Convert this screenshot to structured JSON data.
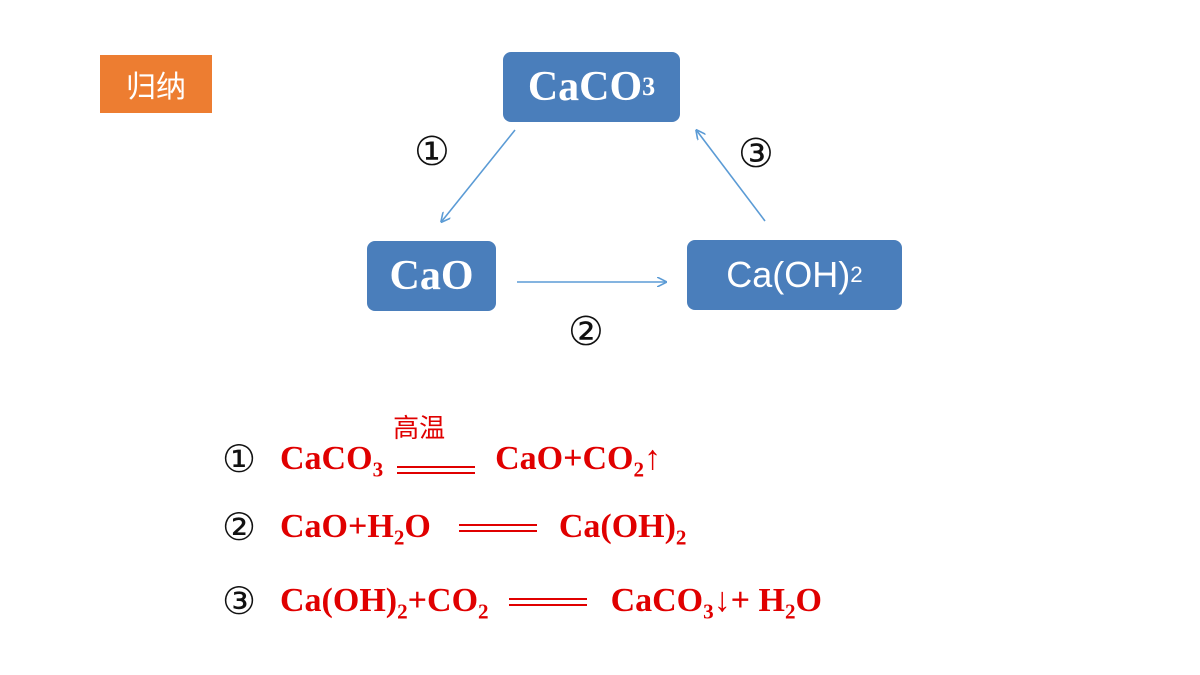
{
  "header": {
    "tag_label": "归纳",
    "tag_color": "#ed7d31"
  },
  "colors": {
    "node_fill": "#4a7ebb",
    "arrow": "#5b9bd5",
    "equation_text": "#e00000"
  },
  "diagram": {
    "nodes": {
      "caco3": {
        "base": "CaCO",
        "sub": "3"
      },
      "cao": {
        "label": "CaO"
      },
      "caoh2": {
        "base": "Ca(OH)",
        "sub": "2"
      }
    },
    "edges": [
      {
        "from": "CaCO3",
        "to": "CaO",
        "label": "①"
      },
      {
        "from": "CaO",
        "to": "Ca(OH)2",
        "label": "②"
      },
      {
        "from": "Ca(OH)2",
        "to": "CaCO3",
        "label": "③"
      }
    ]
  },
  "equations": [
    {
      "number": "①",
      "reactant": {
        "base": "CaCO",
        "sub": "3"
      },
      "condition": "高温",
      "product": {
        "p1": "CaO+CO",
        "sub": "2",
        "p2": "↑"
      }
    },
    {
      "number": "②",
      "reactant": {
        "p1": "CaO+H",
        "sub": "2",
        "p2": "O"
      },
      "product": {
        "base": "Ca(OH)",
        "sub": "2"
      }
    },
    {
      "number": "③",
      "reactant": {
        "p1": "Ca(OH)",
        "sub1": "2",
        "p2": "+CO",
        "sub2": "2"
      },
      "product": {
        "p1": "CaCO",
        "sub1": "3",
        "p2": "↓+ H",
        "sub2": "2",
        "p3": "O"
      }
    }
  ]
}
